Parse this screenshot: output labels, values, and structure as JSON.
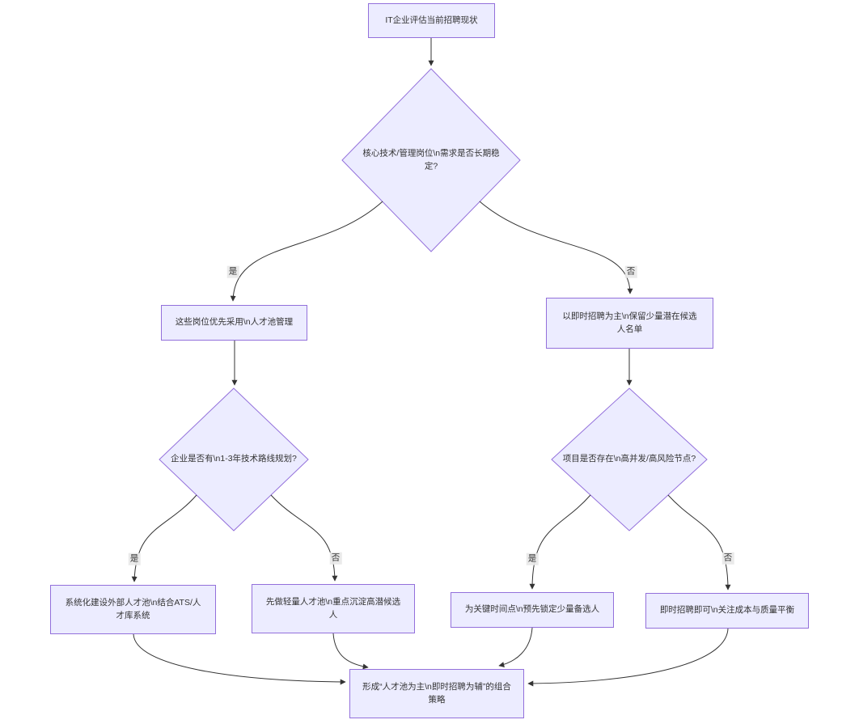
{
  "diagram": {
    "type": "flowchart",
    "direction": "top-down",
    "topic": "IT talent-pool vs instant recruiting decision flow",
    "nodes": {
      "start": {
        "shape": "rect",
        "label": "IT企业评估当前招聘现状"
      },
      "d1": {
        "shape": "diamond",
        "label": "核心技术/管理岗位\\n需求是否长期稳定?"
      },
      "pool": {
        "shape": "rect",
        "label": "这些岗位优先采用\\n人才池管理"
      },
      "instant": {
        "shape": "rect",
        "label": "以即时招聘为主\\n保留少量潜在候选人名单"
      },
      "d2": {
        "shape": "diamond",
        "label": "企业是否有\\n1-3年技术路线规划?"
      },
      "d3": {
        "shape": "diamond",
        "label": "项目是否存在\\n高并发/高风险节点?"
      },
      "sys": {
        "shape": "rect",
        "label": "系统化建设外部人才池\\n结合ATS/人才库系统"
      },
      "light": {
        "shape": "rect",
        "label": "先做轻量人才池\\n重点沉淀高潜候选人"
      },
      "lock": {
        "shape": "rect",
        "label": "为关键时间点\\n预先锁定少量备选人"
      },
      "balance": {
        "shape": "rect",
        "label": "即时招聘即可\\n关注成本与质量平衡"
      },
      "final": {
        "shape": "rect",
        "label": "形成“人才池为主\\n即时招聘为辅”的组合策略"
      }
    },
    "edge_labels": {
      "d1_yes": "是",
      "d1_no": "否",
      "d2_yes": "是",
      "d2_no": "否",
      "d3_yes": "是",
      "d3_no": "否"
    },
    "colors": {
      "node_fill": "#ECECFF",
      "node_border": "#9370DB",
      "edge_line": "#333333",
      "edge_label_bg": "#e8e8e8",
      "text": "#333333",
      "background": "#ffffff"
    }
  }
}
